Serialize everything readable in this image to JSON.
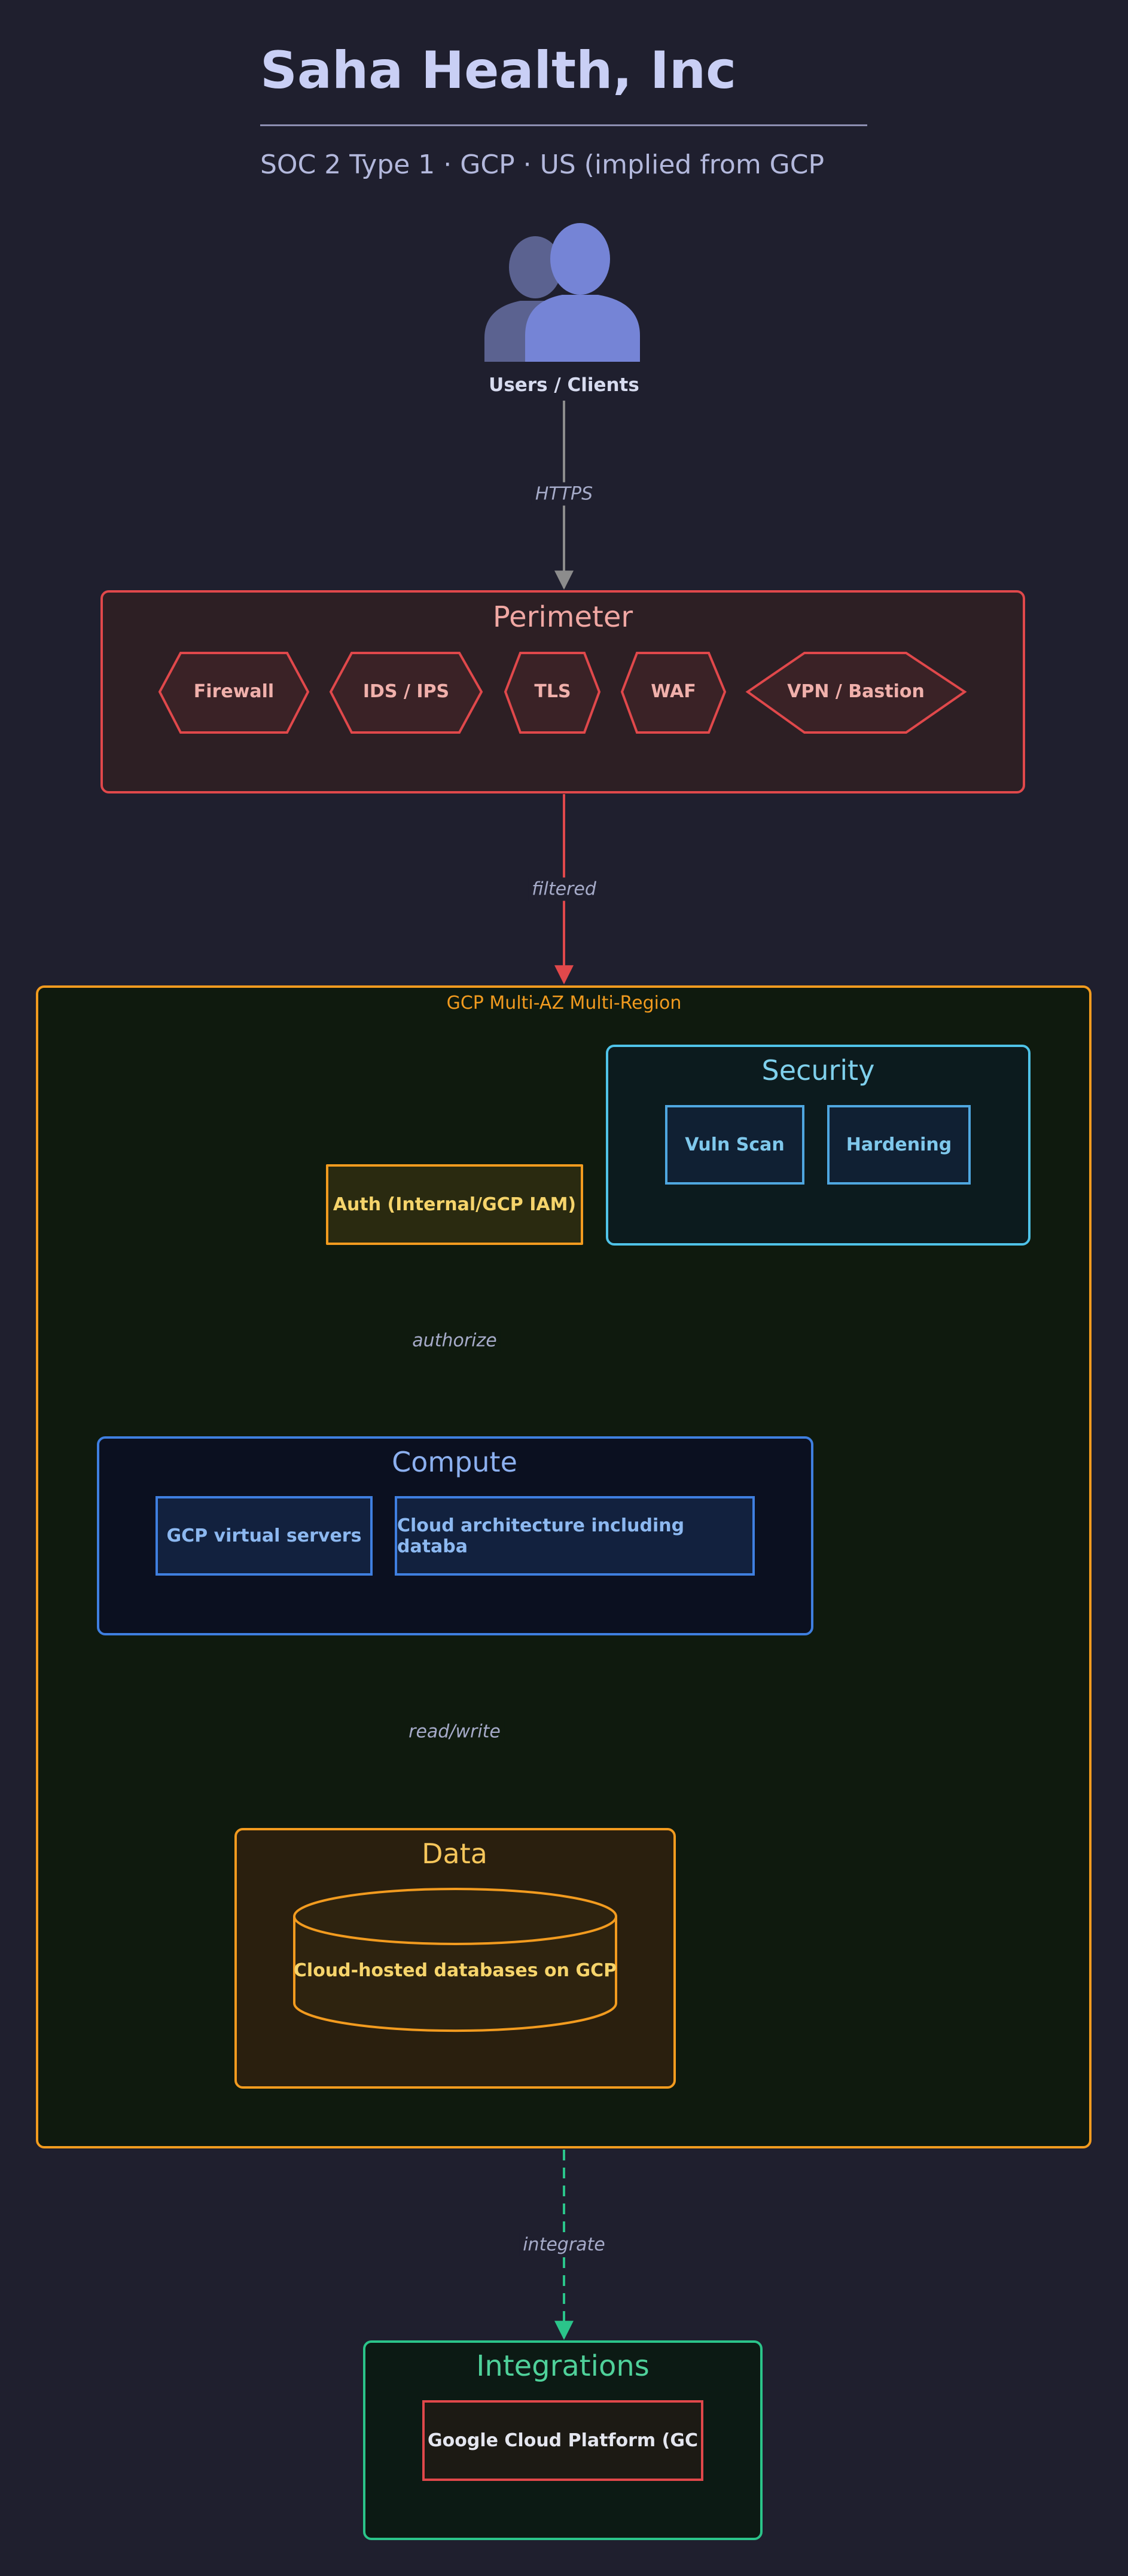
{
  "header": {
    "title": "Saha Health, Inc",
    "subtitle": "SOC 2 Type 1 · GCP · US (implied from GCP"
  },
  "users": {
    "label": "Users / Clients",
    "icon": "users-icon"
  },
  "edges": {
    "users_perimeter": "HTTPS",
    "perimeter_region": "filtered",
    "auth_compute": "authorize",
    "compute_data": "read/write",
    "region_integrations": "integrate"
  },
  "perimeter": {
    "title": "Perimeter",
    "items": [
      "Firewall",
      "IDS / IPS",
      "TLS",
      "WAF",
      "VPN / Bastion"
    ]
  },
  "region": {
    "label": "GCP Multi-AZ Multi-Region"
  },
  "security": {
    "title": "Security",
    "items": [
      "Vuln Scan",
      "Hardening"
    ]
  },
  "auth": {
    "label": "Auth (Internal/GCP IAM)"
  },
  "compute": {
    "title": "Compute",
    "items": [
      "GCP virtual servers",
      "Cloud architecture including databa"
    ]
  },
  "data_zone": {
    "title": "Data",
    "db_label": "Cloud-hosted databases on GCP"
  },
  "integrations": {
    "title": "Integrations",
    "items": [
      "Google Cloud Platform (GC"
    ]
  },
  "colors": {
    "background": "#1f1f2e",
    "perimeter": "#e0484b",
    "region": "#f29b1f",
    "security": "#4fc3e8",
    "compute": "#3f7fe0",
    "data": "#f29b1f",
    "integrations": "#2bc48a",
    "edge_neutral": "#8c8c8c"
  }
}
